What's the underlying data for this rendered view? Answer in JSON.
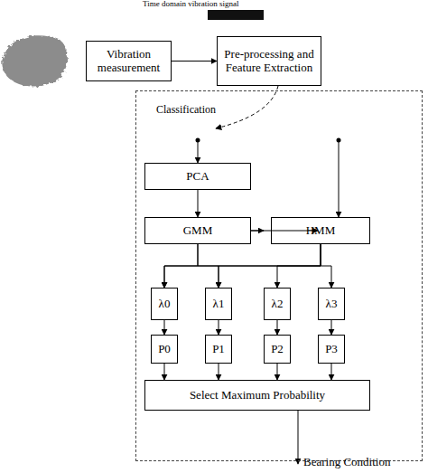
{
  "diagram": {
    "nodes": [
      {
        "text": [
          "Vibration measurement"
        ]
      },
      {
        "text": [
          "Pre-processing and Feature Extraction"
        ]
      },
      {
        "text": [
          "Classification"
        ]
      },
      {
        "text": [
          "PCA"
        ],
        "in": 2
      },
      {
        "text": [
          "GMM"
        ],
        "in": 2
      },
      {
        "text": [
          "HMM"
        ],
        "in": 2
      },
      {
        "text": [
          "λ0"
        ],
        "in": 2
      },
      {
        "text": [
          "λ1"
        ],
        "in": 2
      },
      {
        "text": [
          "λ2"
        ],
        "in": 2
      },
      {
        "text": [
          "λ3"
        ],
        "in": 2
      },
      {
        "text": [
          "P0"
        ],
        "in": 2
      },
      {
        "text": [
          "P1"
        ],
        "in": 2
      },
      {
        "text": [
          "P2"
        ],
        "in": 2
      },
      {
        "text": [
          "P3"
        ],
        "in": 2
      },
      {
        "text": [
          "Select Maximum Probability"
        ],
        "in": 2
      }
    ],
    "edges": [
      {
        "from": 0,
        "to": 1,
        "arrow": "to"
      },
      {
        "from": 1,
        "to": 3,
        "arrow": "to"
      },
      {
        "from": 3,
        "to": 4,
        "arrow": "to"
      },
      {
        "from": 4,
        "to": 6,
        "arrow": "to"
      },
      {
        "from": 4,
        "to": 7,
        "arrow": "to"
      },
      {
        "from": 4,
        "to": 8,
        "arrow": "to"
      },
      {
        "from": 4,
        "to": 9,
        "arrow": "to"
      },
      {
        "from": 5,
        "to": 6,
        "arrow": "to"
      },
      {
        "from": 5,
        "to": 7,
        "arrow": "to"
      },
      {
        "from": 5,
        "to": 8,
        "arrow": "to"
      },
      {
        "from": 5,
        "to": 9,
        "arrow": "to"
      },
      {
        "from": 6,
        "to": 10,
        "arrow": "to"
      },
      {
        "from": 7,
        "to": 11,
        "arrow": "to"
      },
      {
        "from": 8,
        "to": 12,
        "arrow": "to"
      },
      {
        "from": 9,
        "to": 13,
        "arrow": "to"
      },
      {
        "from": 10,
        "to": 14,
        "arrow": "to"
      },
      {
        "from": 11,
        "to": 14,
        "arrow": "to"
      },
      {
        "from": 12,
        "to": 14,
        "arrow": "to"
      },
      {
        "from": 13,
        "to": 14,
        "arrow": "to"
      }
    ],
    "labels": [
      "Time domain vibration signal",
      "Bearing Condition"
    ]
  }
}
